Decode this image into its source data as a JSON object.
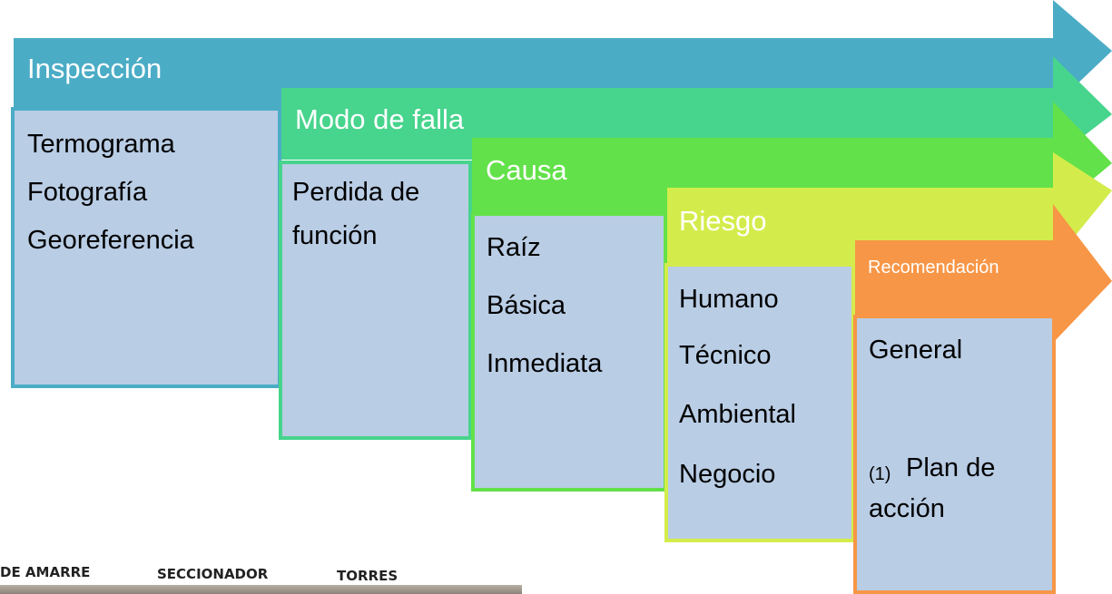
{
  "stages": [
    {
      "key": "inspeccion",
      "title": "Inspección",
      "items": [
        "Termograma",
        "Fotografía",
        "Georeferencia"
      ],
      "colors": {
        "banner": "#4bacc6",
        "border": "#4bacc6"
      }
    },
    {
      "key": "modo_falla",
      "title": "Modo de falla",
      "items": [
        "Perdida de",
        "función"
      ],
      "colors": {
        "banner": "#47d48c",
        "border": "#47d48c"
      }
    },
    {
      "key": "causa",
      "title": "Causa",
      "items": [
        "Raíz",
        "Básica",
        "Inmediata"
      ],
      "colors": {
        "banner": "#63e14a",
        "border": "#63e14a"
      }
    },
    {
      "key": "riesgo",
      "title": "Riesgo",
      "items": [
        "Humano",
        "Técnico",
        "Ambiental",
        "Negocio"
      ],
      "colors": {
        "banner": "#d4ec4b",
        "border": "#d4ec4b"
      }
    },
    {
      "key": "recomendacion",
      "title": "Recomendación",
      "items": [
        "General",
        "(1)",
        "Plan de",
        "acción"
      ],
      "colors": {
        "banner": "#f79646",
        "border": "#f79646"
      }
    }
  ],
  "photo_labels": [
    "DE AMARRE",
    "SECCIONADOR",
    "TORRES"
  ],
  "box_fill": "#b9cde5"
}
